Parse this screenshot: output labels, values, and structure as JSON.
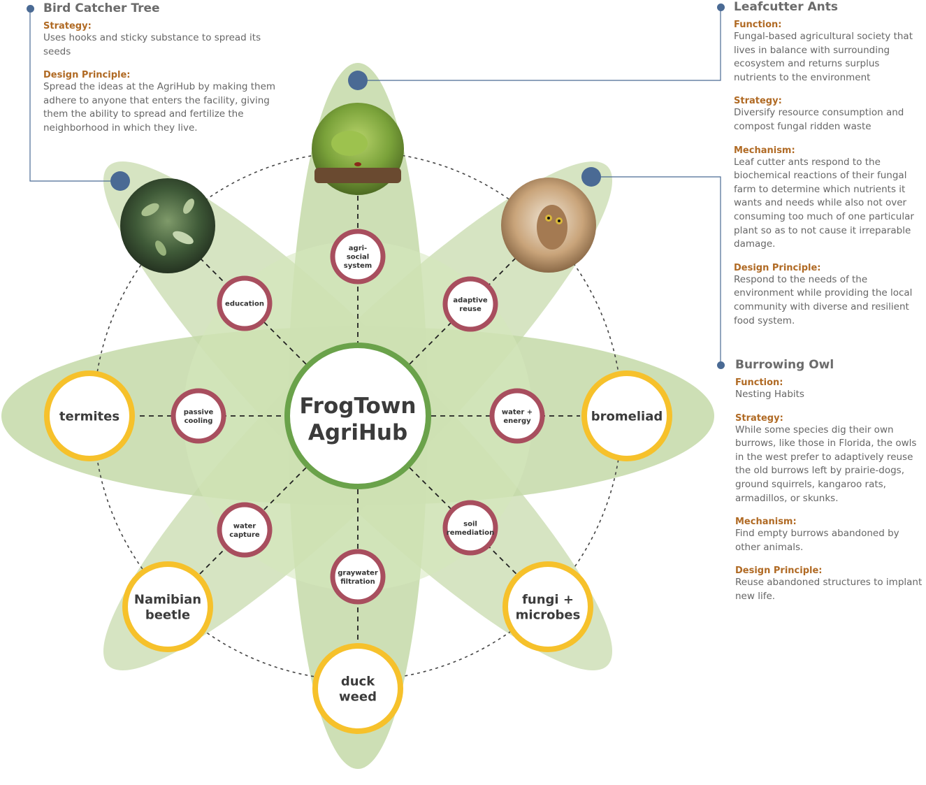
{
  "center": {
    "line1": "FrogTown",
    "line2": "AgriHub"
  },
  "strategies": [
    {
      "id": "agri-social",
      "lines": [
        "agri-",
        "social",
        "system"
      ]
    },
    {
      "id": "adaptive-reuse",
      "lines": [
        "adaptive",
        "reuse"
      ]
    },
    {
      "id": "water-energy",
      "lines": [
        "water +",
        "energy"
      ]
    },
    {
      "id": "soil-remediation",
      "lines": [
        "soil",
        "remediation"
      ]
    },
    {
      "id": "graywater-filtration",
      "lines": [
        "graywater",
        "filtration"
      ]
    },
    {
      "id": "water-capture",
      "lines": [
        "water",
        "capture"
      ]
    },
    {
      "id": "passive-cooling",
      "lines": [
        "passive",
        "cooling"
      ]
    },
    {
      "id": "education",
      "lines": [
        "education"
      ]
    }
  ],
  "organisms": [
    {
      "id": "bromeliad",
      "lines": [
        "bromeliad"
      ]
    },
    {
      "id": "fungi-microbes",
      "lines": [
        "fungi +",
        "microbes"
      ]
    },
    {
      "id": "duck-weed",
      "lines": [
        "duck",
        "weed"
      ]
    },
    {
      "id": "namibian-beetle",
      "lines": [
        "Namibian",
        "beetle"
      ]
    },
    {
      "id": "termites",
      "lines": [
        "termites"
      ]
    }
  ],
  "panels": {
    "bird_catcher": {
      "title": "Bird Catcher Tree",
      "sections": [
        {
          "label": "Strategy:",
          "text": "Uses hooks and sticky substance to spread its seeds"
        },
        {
          "label": "Design Principle:",
          "text": "Spread the ideas at the AgriHub by making them adhere to anyone that enters the facility, giving them the ability to spread and fertilize the neighborhood in which they live."
        }
      ]
    },
    "leafcutter": {
      "title": "Leafcutter Ants",
      "sections": [
        {
          "label": "Function:",
          "text": "Fungal-based agricultural society that lives in balance with surrounding ecosystem and returns surplus nutrients to the environment"
        },
        {
          "label": "Strategy:",
          "text": "Diversify resource consumption and compost fungal ridden waste"
        },
        {
          "label": "Mechanism:",
          "text": "Leaf cutter ants respond to the biochemical reactions of their fungal farm to determine which nutrients it wants and needs while also not over consuming too much of one particular plant so as to not cause it irreparable damage."
        },
        {
          "label": "Design Principle:",
          "text": "Respond to the needs of the environment while providing the local community with diverse and resilient food system."
        }
      ]
    },
    "owl": {
      "title": "Burrowing Owl",
      "sections": [
        {
          "label": "Function:",
          "text": "Nesting Habits"
        },
        {
          "label": "Strategy:",
          "text": "While some species dig their own burrows, like those in Florida, the owls in the west prefer to adaptively reuse the old burrows left by prairie-dogs, ground squirrels, kangaroo rats, armadillos, or skunks."
        },
        {
          "label": "Mechanism:",
          "text": "Find empty burrows abandoned by other animals."
        },
        {
          "label": "Design Principle:",
          "text": "Reuse abandoned structures to implant new life."
        }
      ]
    }
  },
  "colors": {
    "petal": "#c4d9a8",
    "petal_light": "#d5e8bc",
    "hub_ring": "#6aa24a",
    "strategy_ring": "#a84e5e",
    "organism_ring": "#f6c12b",
    "connector_dot": "#4a6a94",
    "label": "#b06a24"
  }
}
